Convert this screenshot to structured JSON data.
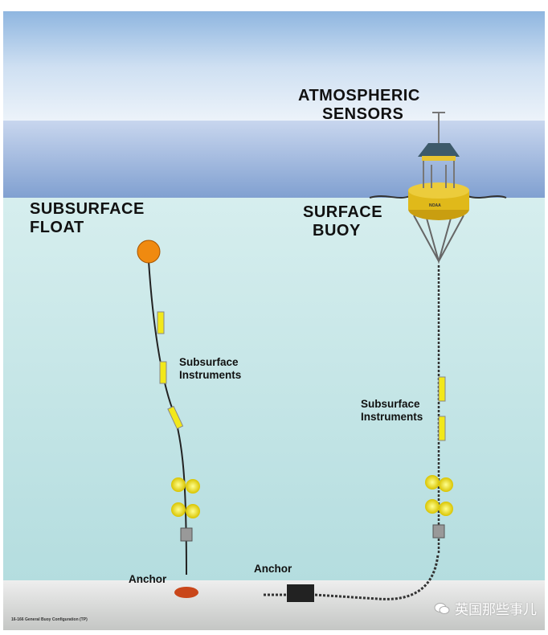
{
  "labels": {
    "atmospheric_sensors": [
      "ATMOSPHERIC",
      "SENSORS"
    ],
    "subsurface_float": [
      "SUBSURFACE",
      "FLOAT"
    ],
    "surface_buoy": [
      "SURFACE",
      "BUOY"
    ],
    "subsurface_instruments_left": [
      "Subsurface",
      "Instruments"
    ],
    "subsurface_instruments_right": [
      "Subsurface",
      "Instruments"
    ],
    "anchor_left": "Anchor",
    "anchor_middle": "Anchor",
    "buoy_marking": "NOAA"
  },
  "caption": "16-166 General Buoy Configuration (TP)",
  "watermark": "英国那些事儿",
  "colors": {
    "sky": "#b9d3ec",
    "ocean_surface": "#9fb6dc",
    "water": "#bfe3e3",
    "seafloor": "#d8dad8",
    "buoy": "#e0b91a",
    "float": "#f08a10",
    "instrument": "#f2e81a"
  }
}
